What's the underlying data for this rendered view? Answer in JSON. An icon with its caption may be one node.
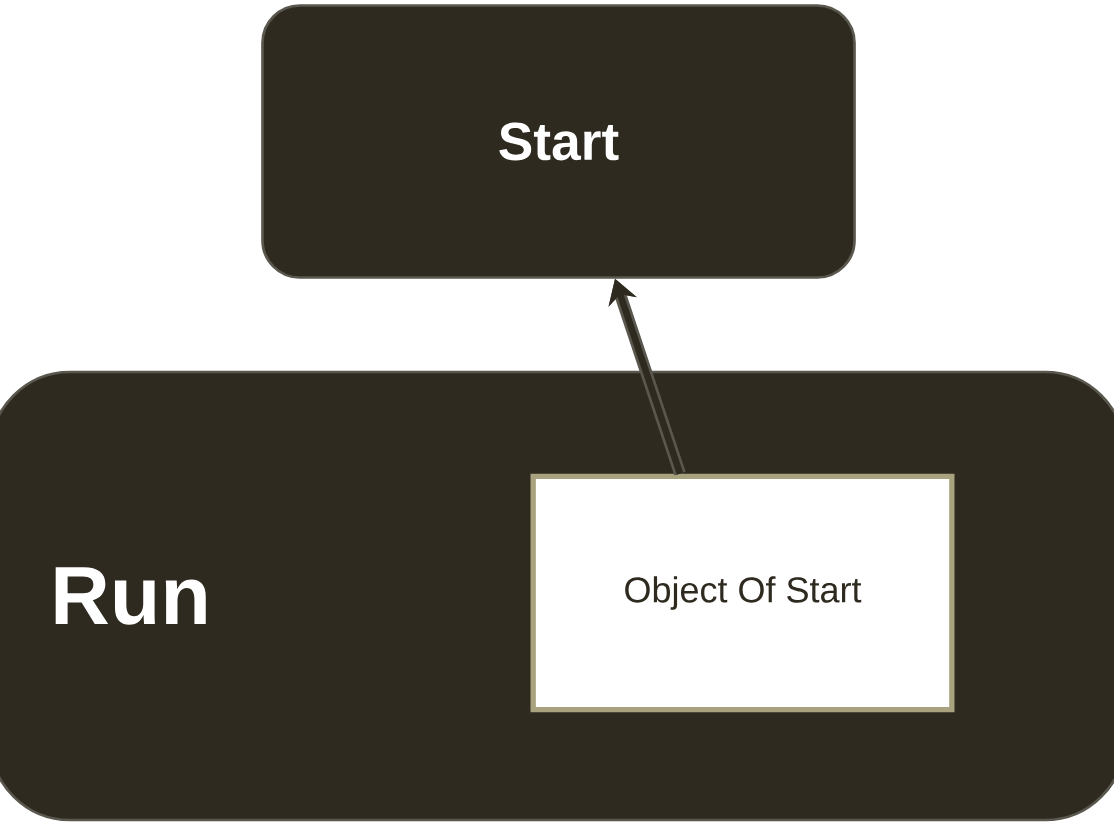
{
  "diagram": {
    "nodes": [
      {
        "text": [
          "Start"
        ]
      },
      {
        "text": [
          "Run"
        ]
      },
      {
        "text": [
          "Object Of Start"
        ],
        "in": 1
      }
    ],
    "edges": [
      {
        "from": 2,
        "to": 0,
        "arrow": "to"
      }
    ]
  }
}
